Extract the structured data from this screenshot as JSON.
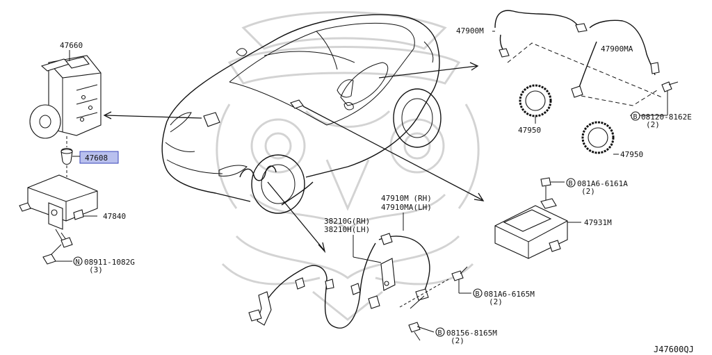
{
  "parts": {
    "p47660": "47660",
    "p47608": "47608",
    "p47840": "47840",
    "n08911": "08911-1082G",
    "n08911_qty": "(3)",
    "p47900m": "47900M",
    "p47900ma": "47900MA",
    "b08120": "08120-8162E",
    "b08120_qty": "(2)",
    "p47950_a": "47950",
    "p47950_b": "47950",
    "b081a6_a": "081A6-6161A",
    "b081a6_a_qty": "(2)",
    "p47931m": "47931M",
    "p47910m": "47910M (RH)",
    "p47910ma": "47910MA(LH)",
    "p38210g": "38210G(RH)",
    "p38210h": "38210H(LH)",
    "b081a6_b": "081A6-6165M",
    "b081a6_b_qty": "(2)",
    "b08156": "08156-8165M",
    "b08156_qty": "(2)",
    "ref_code": "J47600QJ"
  },
  "markers": {
    "n": "N",
    "b": "B"
  },
  "colors": {
    "highlight": "#b9c0ee",
    "line": "#111111",
    "watermark": "#cfcfcf"
  }
}
